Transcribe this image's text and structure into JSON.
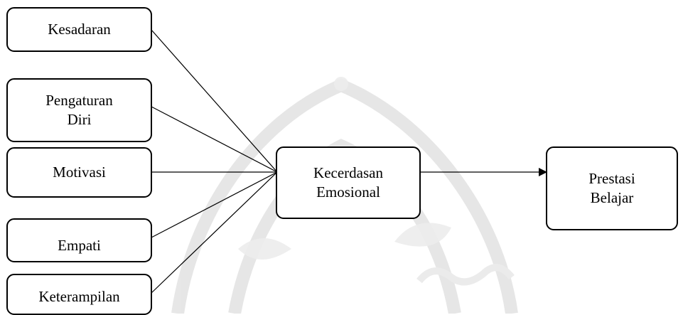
{
  "diagram": {
    "inputs": [
      {
        "id": "kesadaran",
        "label": "Kesadaran"
      },
      {
        "id": "pengaturan-diri",
        "label": "Pengaturan\nDiri"
      },
      {
        "id": "motivasi",
        "label": "Motivasi"
      },
      {
        "id": "empati",
        "label": "Empati"
      },
      {
        "id": "keterampilan",
        "label": "Keterampilan"
      }
    ],
    "center": {
      "id": "kecerdasan-emosional",
      "label": "Kecerdasan\nEmosional"
    },
    "output": {
      "id": "prestasi-belajar",
      "label": "Prestasi\nBelajar"
    },
    "colors": {
      "stroke": "#000000",
      "background": "#ffffff",
      "watermark": "#d9d9d9"
    }
  }
}
